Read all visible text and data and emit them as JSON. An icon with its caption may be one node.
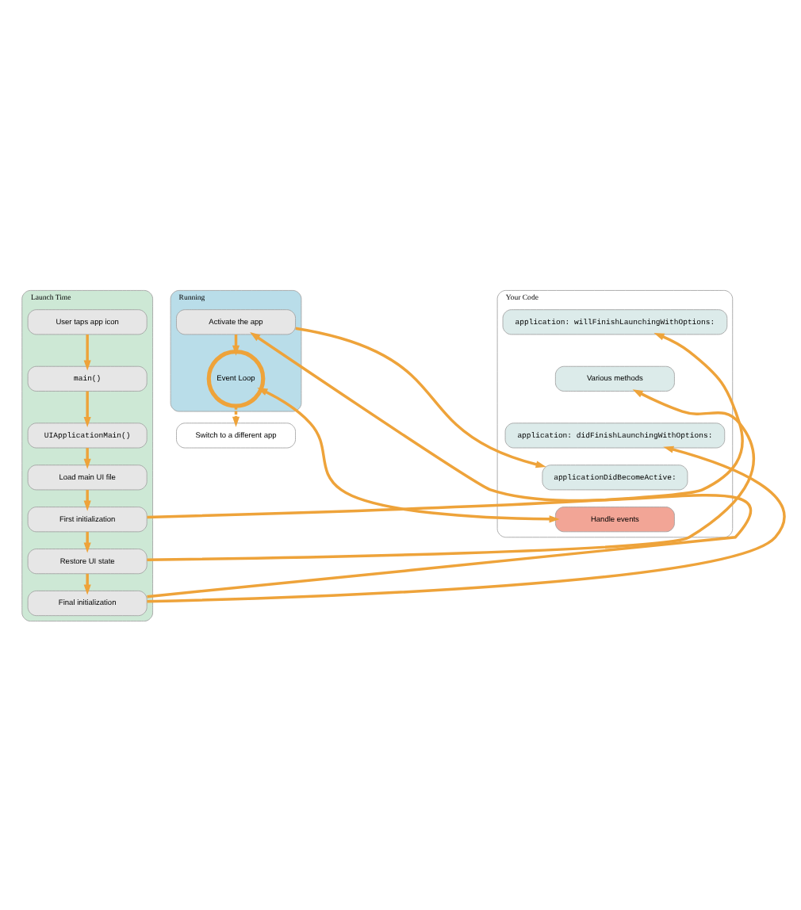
{
  "diagram": {
    "nodes": [
      {
        "text": [
          "Launch Time"
        ]
      },
      {
        "text": [
          "User taps app icon"
        ],
        "in": 0
      },
      {
        "text": [
          "main()"
        ],
        "in": 0
      },
      {
        "text": [
          "UIApplicationMain()"
        ],
        "in": 0
      },
      {
        "text": [
          "Load main UI file"
        ],
        "in": 0
      },
      {
        "text": [
          "First initialization"
        ],
        "in": 0
      },
      {
        "text": [
          "Restore UI state"
        ],
        "in": 0
      },
      {
        "text": [
          "Final initialization"
        ],
        "in": 0
      },
      {
        "text": [
          "Running"
        ]
      },
      {
        "text": [
          "Activate the app"
        ],
        "in": 8
      },
      {
        "text": [
          "Event Loop"
        ],
        "in": 8
      },
      {
        "text": [
          "Switch to a different app"
        ]
      },
      {
        "text": [
          "Your Code"
        ]
      },
      {
        "text": [
          "application: willFinishLaunchingWithOptions:"
        ],
        "in": 12
      },
      {
        "text": [
          "Various methods"
        ],
        "in": 12
      },
      {
        "text": [
          "application: didFinishLaunchingWithOptions:"
        ],
        "in": 12
      },
      {
        "text": [
          "applicationDidBecomeActive:"
        ],
        "in": 12
      },
      {
        "text": [
          "Handle events"
        ],
        "in": 12
      }
    ],
    "edges": [
      {
        "from": 1,
        "to": 2,
        "arrow": "to"
      },
      {
        "from": 2,
        "to": 3,
        "arrow": "to"
      },
      {
        "from": 3,
        "to": 4,
        "arrow": "to"
      },
      {
        "from": 4,
        "to": 5,
        "arrow": "to"
      },
      {
        "from": 5,
        "to": 6,
        "arrow": "to"
      },
      {
        "from": 6,
        "to": 7,
        "arrow": "to"
      },
      {
        "from": 7,
        "to": 9,
        "arrow": "to"
      },
      {
        "from": 9,
        "to": 10,
        "arrow": "to"
      },
      {
        "from": 10,
        "to": 11,
        "arrow": "to",
        "style": "dashed"
      },
      {
        "from": 5,
        "to": 13,
        "arrow": "to"
      },
      {
        "from": 6,
        "to": 14,
        "arrow": "to"
      },
      {
        "from": 7,
        "to": 15,
        "arrow": "to"
      },
      {
        "from": 9,
        "to": 16,
        "arrow": "to"
      },
      {
        "from": 10,
        "to": 17,
        "arrow": "both"
      }
    ]
  }
}
